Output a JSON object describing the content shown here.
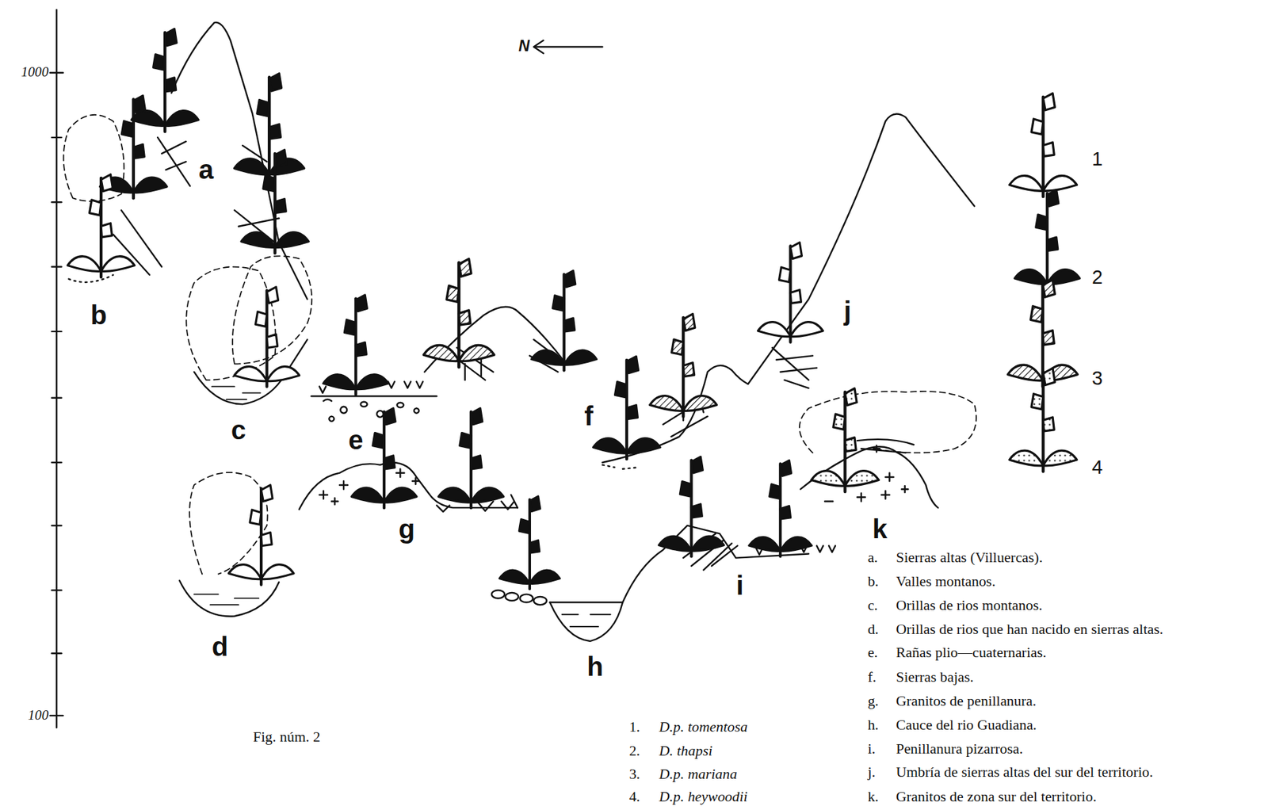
{
  "diagram": {
    "labels": [
      "1000",
      "100",
      "N",
      "a",
      "b",
      "c",
      "d",
      "e",
      "f",
      "g",
      "h",
      "i",
      "j",
      "k",
      "Fig. núm. 2",
      "1.",
      "D.p. tomentosa",
      "2.",
      "D. thapsi",
      "3.",
      "D.p. mariana",
      "4.",
      "D.p. heywoodii",
      "a.",
      "Sierras altas (Villuercas).",
      "b.",
      "Valles montanos.",
      "c.",
      "Orillas de rios montanos.",
      "d.",
      "Orillas de rios que han nacido en sierras altas.",
      "e.",
      "Rañas plio—cuaternarias.",
      "f.",
      "Sierras bajas.",
      "g.",
      "Granitos de penillanura.",
      "h.",
      "Cauce del rio Guadiana.",
      "i.",
      "Penillanura pizarrosa.",
      "j.",
      "Umbría de sierras altas del sur del territorio.",
      "k.",
      "Granitos de zona sur del territorio."
    ],
    "legend": [
      {
        "text": "1"
      },
      {
        "text": "2"
      },
      {
        "text": "3"
      },
      {
        "text": "4"
      }
    ]
  }
}
